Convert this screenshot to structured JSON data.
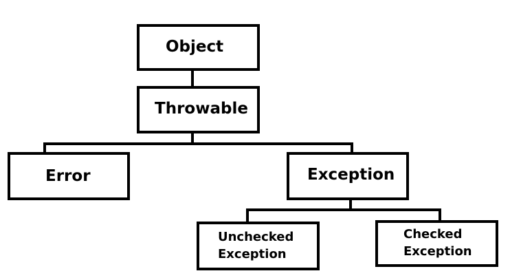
{
  "nodes": {
    "object": "Object",
    "throwable": "Throwable",
    "error": "Error",
    "exception": "Exception",
    "unchecked": "Unchecked\nException",
    "checked": "Checked\nException"
  },
  "edges": [
    {
      "from": "object",
      "to": "throwable"
    },
    {
      "from": "throwable",
      "to": "error"
    },
    {
      "from": "throwable",
      "to": "exception"
    },
    {
      "from": "exception",
      "to": "unchecked"
    },
    {
      "from": "exception",
      "to": "checked"
    }
  ],
  "colors": {
    "line": "#000000",
    "background": "#ffffff"
  }
}
